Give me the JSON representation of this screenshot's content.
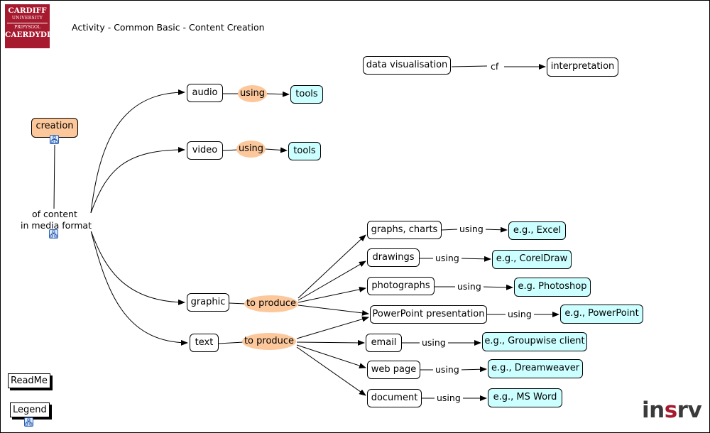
{
  "header": {
    "logo_line1": "CARDIFF",
    "logo_line2": "UNIVERSITY",
    "logo_line3": "PRIFYSGOL",
    "logo_line4": "CAERDYDD",
    "title": "Activity - Common Basic - Content Creation"
  },
  "nodes": {
    "creation": "creation",
    "of_content_1": "of content",
    "of_content_2": "in media format",
    "audio": "audio",
    "video": "video",
    "graphic": "graphic",
    "text": "text",
    "data_visualisation": "data visualisation",
    "interpretation": "interpretation",
    "graphs_charts": "graphs, charts",
    "drawings": "drawings",
    "photographs": "photographs",
    "powerpoint_presentation": "PowerPoint presentation",
    "email": "email",
    "web_page": "web page",
    "document": "document"
  },
  "linkers": {
    "audio_using": "using",
    "video_using": "using",
    "graphic_to_produce": "to produce",
    "text_to_produce": "to produce",
    "cf": "cf",
    "graphs_using": "using",
    "drawings_using": "using",
    "photographs_using": "using",
    "ppt_using": "using",
    "email_using": "using",
    "web_using": "using",
    "document_using": "using"
  },
  "tools": {
    "audio_tools": "tools",
    "video_tools": "tools",
    "excel": "e.g., Excel",
    "coreldraw": "e.g., CorelDraw",
    "photoshop": "e.g. Photoshop",
    "powerpoint": "e.g., PowerPoint",
    "groupwise": "e.g., Groupwise client",
    "dreamweaver": "e.g., Dreamweaver",
    "msword": "e.g., MS Word"
  },
  "buttons": {
    "readme": "ReadMe",
    "legend": "Legend"
  },
  "footer": {
    "brand_a": "in",
    "brand_s": "s",
    "brand_b": "rv"
  },
  "colors": {
    "creation_fill": "#fcc89b",
    "oval_fill": "#fcc89b",
    "tool_fill": "#ccffff",
    "logo_red": "#a6192e"
  },
  "icons": {
    "submap": "concept-map-submap-icon"
  }
}
